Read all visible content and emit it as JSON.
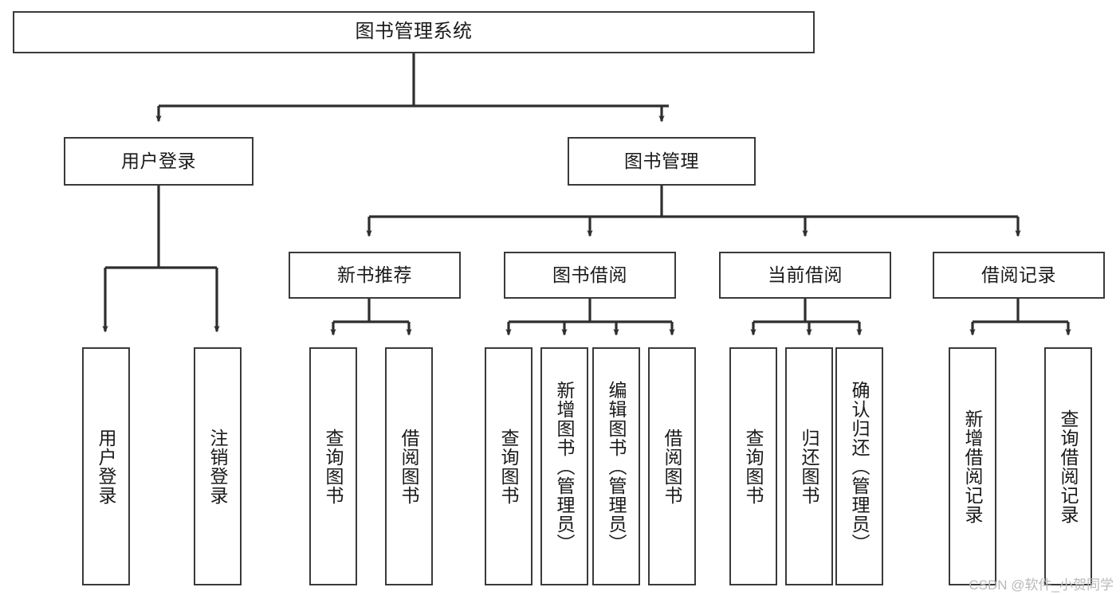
{
  "diagram": {
    "title": "图书管理系统",
    "type": "tree-structure-chart",
    "colors": {
      "box_border": "#3a3a3a",
      "box_fill": "#ffffff",
      "edge": "#2e2e2e",
      "text": "#1a1a1a",
      "watermark": "#b9b9b9"
    }
  },
  "nodes": {
    "root": {
      "label": "图书管理系统"
    },
    "level1": [
      {
        "id": "user-login",
        "label": "用户登录"
      },
      {
        "id": "book-manage",
        "label": "图书管理"
      }
    ],
    "level2": [
      {
        "id": "new-book-recommend",
        "label": "新书推荐"
      },
      {
        "id": "book-borrow",
        "label": "图书借阅"
      },
      {
        "id": "current-borrow",
        "label": "当前借阅"
      },
      {
        "id": "borrow-record",
        "label": "借阅记录"
      }
    ],
    "leaves": {
      "user_login": [
        {
          "id": "leaf-user-login",
          "label": "用户登录"
        },
        {
          "id": "leaf-logout-login",
          "label": "注销登录"
        }
      ],
      "new_book_recommend": [
        {
          "id": "leaf-query-book-1",
          "label": "查询图书"
        },
        {
          "id": "leaf-borrow-book-1",
          "label": "借阅图书"
        }
      ],
      "book_borrow": [
        {
          "id": "leaf-query-book-2",
          "label": "查询图书"
        },
        {
          "id": "leaf-add-book",
          "label": "新增图书（管理员）"
        },
        {
          "id": "leaf-edit-book",
          "label": "编辑图书（管理员）"
        },
        {
          "id": "leaf-borrow-book-2",
          "label": "借阅图书"
        }
      ],
      "current_borrow": [
        {
          "id": "leaf-query-book-3",
          "label": "查询图书"
        },
        {
          "id": "leaf-return-book",
          "label": "归还图书"
        },
        {
          "id": "leaf-confirm-return",
          "label": "确认归还（管理员）"
        }
      ],
      "borrow_record": [
        {
          "id": "leaf-add-record",
          "label": "新增借阅记录"
        },
        {
          "id": "leaf-query-record",
          "label": "查询借阅记录"
        }
      ]
    }
  },
  "watermark": {
    "text": "CSDN @软件_小贺同学"
  }
}
